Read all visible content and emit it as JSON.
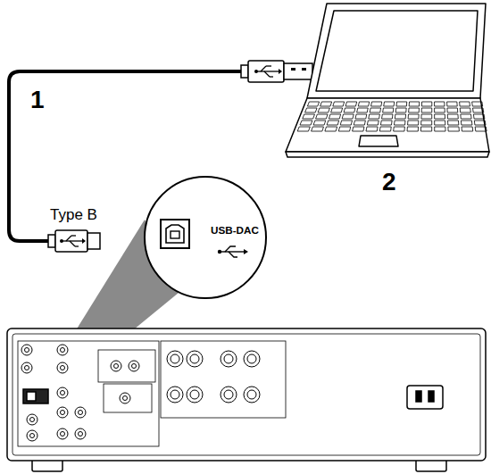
{
  "diagram": {
    "nodes": [
      {
        "text": [
          "USB-DAC"
        ]
      }
    ],
    "labels": [
      "1",
      "2",
      "Type B"
    ]
  }
}
